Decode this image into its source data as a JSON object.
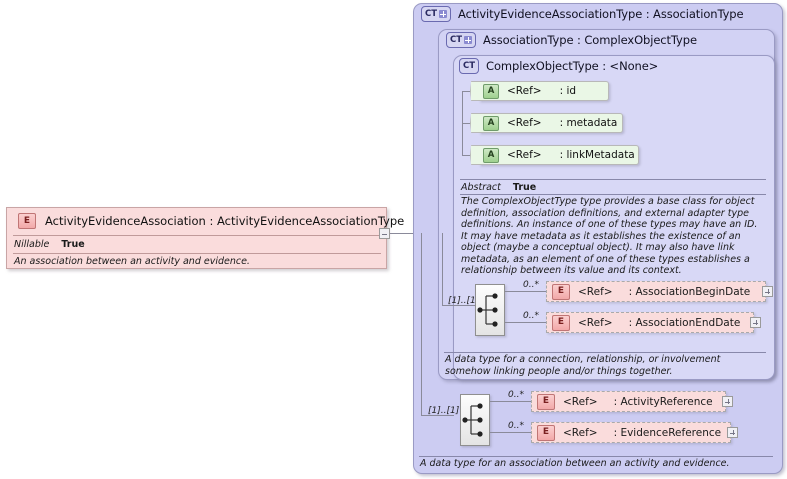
{
  "diagram": {
    "title": "ActivityEvidenceAssociation XSD diagram"
  },
  "left_element": {
    "icon": "element-icon",
    "badge": "E",
    "title": "ActivityEvidenceAssociation : ActivityEvidenceAssociationType",
    "property_key": "Nillable",
    "property_value": "True",
    "documentation": "An association between an activity and evidence.",
    "connector": "minus-expander"
  },
  "panels": [
    {
      "badge": "CT",
      "expander": "plus",
      "title": "ActivityEvidenceAssociationType : AssociationType"
    },
    {
      "badge": "CT",
      "expander": "plus",
      "title": "AssociationType : ComplexObjectType"
    },
    {
      "badge": "CT",
      "expander": "none",
      "title": "ComplexObjectType : <None>"
    }
  ],
  "attributes": [
    {
      "badge": "A",
      "ref": "<Ref>",
      "name": ": id"
    },
    {
      "badge": "A",
      "ref": "<Ref>",
      "name": ": metadata"
    },
    {
      "badge": "A",
      "ref": "<Ref>",
      "name": ": linkMetadata"
    }
  ],
  "complex_object_type": {
    "property_key": "Abstract",
    "property_value": "True",
    "documentation": "The ComplexObjectType type provides a base class for object definition, association definitions, and external adapter type definitions. An instance of one of these types may have an ID. It may have metadata as it establishes the existence of an object (maybe a conceptual object). It may also have link metadata, as an element of one of these types establishes a relationship between its value and its context."
  },
  "association_group": {
    "occurrence": "[1]..[1]",
    "compositor": "sequence-icon",
    "elements": [
      {
        "badge": "E",
        "ref": "<Ref>",
        "name": ": AssociationBeginDate",
        "cardinality": "0..*",
        "expander": "plus"
      },
      {
        "badge": "E",
        "ref": "<Ref>",
        "name": ": AssociationEndDate",
        "cardinality": "0..*",
        "expander": "plus"
      }
    ],
    "documentation": "A data type for a connection, relationship, or involvement somehow linking people and/or things together."
  },
  "activity_evidence_group": {
    "occurrence": "[1]..[1]",
    "compositor": "sequence-icon",
    "elements": [
      {
        "badge": "E",
        "ref": "<Ref>",
        "name": ": ActivityReference",
        "cardinality": "0..*",
        "expander": "plus"
      },
      {
        "badge": "E",
        "ref": "<Ref>",
        "name": ": EvidenceReference",
        "cardinality": "0..*",
        "expander": "plus"
      }
    ],
    "documentation": "A data type for an association between an activity and evidence."
  },
  "colors": {
    "panel_outer": "#ccccf2",
    "panel_mid": "#d2d2f4",
    "panel_inner": "#d8d8f6",
    "element_pink": "#fadcdc",
    "attribute_green": "#eaf7e6",
    "line": "#8a8a9a"
  }
}
